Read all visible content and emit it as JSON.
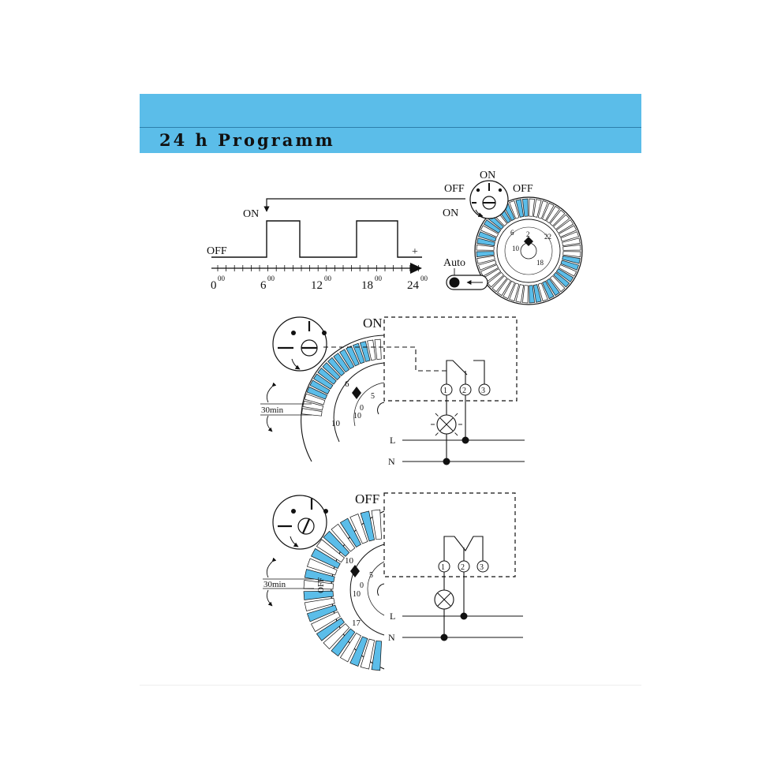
{
  "header": {
    "title": "24 h Programm"
  },
  "timeline": {
    "on_label": "ON",
    "off_label": "OFF",
    "plus": "+",
    "ticks": [
      {
        "h": "0",
        "m": "00"
      },
      {
        "h": "6",
        "m": "00"
      },
      {
        "h": "12",
        "m": "00"
      },
      {
        "h": "18",
        "m": "00"
      },
      {
        "h": "24",
        "m": "00"
      }
    ]
  },
  "dial": {
    "on_top": "ON",
    "off_left": "OFF",
    "off_right": "OFF",
    "on_left": "ON",
    "auto": "Auto",
    "numbers": [
      "6",
      "10",
      "2",
      "22",
      "18"
    ]
  },
  "wiring_on": {
    "mode": "ON",
    "interval": "30min",
    "terminals": [
      "1",
      "2",
      "3"
    ],
    "line": "L",
    "neutral": "N",
    "scale": [
      "6",
      "10",
      "0",
      "5",
      "10"
    ]
  },
  "wiring_off": {
    "mode": "OFF",
    "interval": "30min",
    "terminals": [
      "1",
      "2",
      "3"
    ],
    "line": "L",
    "neutral": "N",
    "scale": [
      "10",
      "0",
      "5",
      "10",
      "17"
    ],
    "side": "OFF"
  },
  "colors": {
    "banner": "#5bbde9",
    "segment": "#5bbde9",
    "ink": "#111111"
  }
}
